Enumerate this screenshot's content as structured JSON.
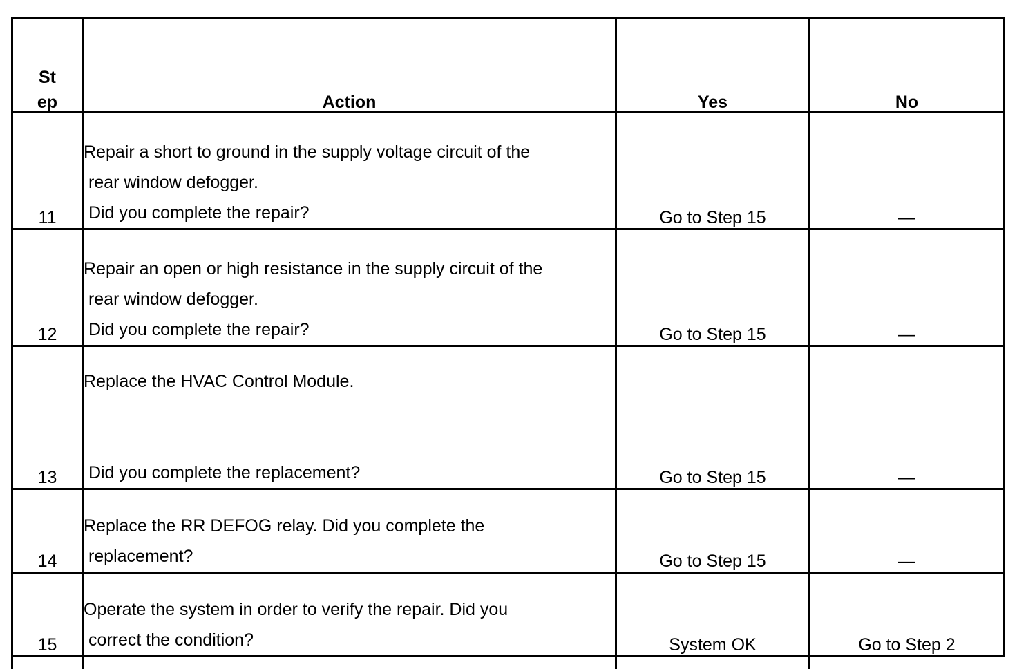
{
  "table": {
    "headers": {
      "step_line1": "St",
      "step_line2": "ep",
      "action": "Action",
      "yes": "Yes",
      "no": "No"
    },
    "rows": [
      {
        "step": "11",
        "action_line1": "Repair a short to ground in the supply voltage circuit of the",
        "action_line2": " rear window defogger.",
        "action_line3": " Did you complete the repair?",
        "yes": "Go to Step 15",
        "no": "—"
      },
      {
        "step": "12",
        "action_line1": "Repair an open or high resistance in the supply circuit of the",
        "action_line2": " rear window defogger.",
        "action_line3": " Did you complete the repair?",
        "yes": "Go to Step 15",
        "no": "—"
      },
      {
        "step": "13",
        "action_line1": "Replace the HVAC Control Module.",
        "action_line2": "",
        "action_line3": " Did you complete the replacement?",
        "yes": "Go to Step 15",
        "no": "—"
      },
      {
        "step": "14",
        "action_line1": "Replace the RR DEFOG relay. Did you complete the",
        "action_line2": " replacement?",
        "action_line3": "",
        "yes": "Go to Step 15",
        "no": "—"
      },
      {
        "step": "15",
        "action_line1": "Operate the system in order to verify the repair. Did you",
        "action_line2": " correct the condition?",
        "action_line3": "",
        "yes": "System OK",
        "no": "Go to Step 2"
      }
    ]
  },
  "colors": {
    "border": "#000000",
    "background": "#ffffff",
    "text": "#000000"
  }
}
